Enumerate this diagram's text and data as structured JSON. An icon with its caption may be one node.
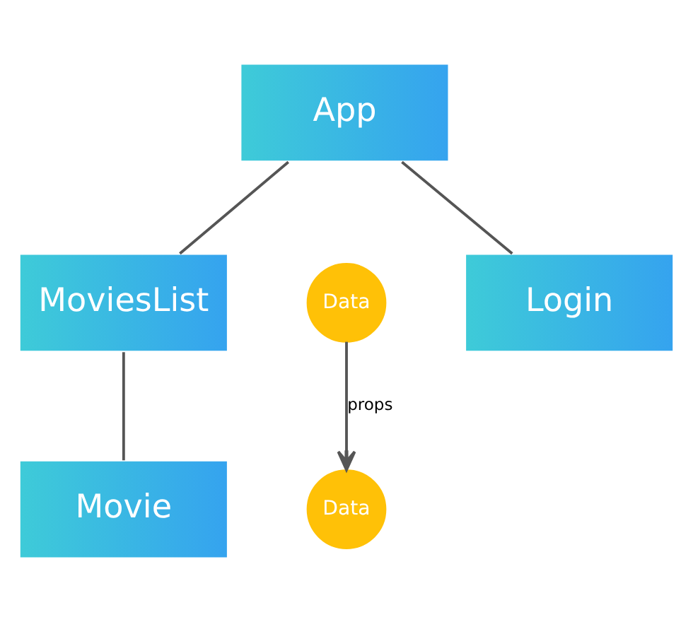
{
  "diagram": {
    "nodes": [
      {
        "text": [
          "App"
        ]
      },
      {
        "text": [
          "MoviesList"
        ]
      },
      {
        "text": [
          "Data"
        ]
      },
      {
        "text": [
          "Login"
        ]
      },
      {
        "text": [
          "Movie"
        ]
      },
      {
        "text": [
          "Data"
        ]
      }
    ],
    "edges": [
      {
        "from": 0,
        "to": 1,
        "arrow": "none"
      },
      {
        "from": 0,
        "to": 3,
        "arrow": "none"
      },
      {
        "from": 1,
        "to": 4,
        "arrow": "none"
      },
      {
        "from": 2,
        "to": 5,
        "arrow": "to",
        "label": "props"
      }
    ]
  }
}
